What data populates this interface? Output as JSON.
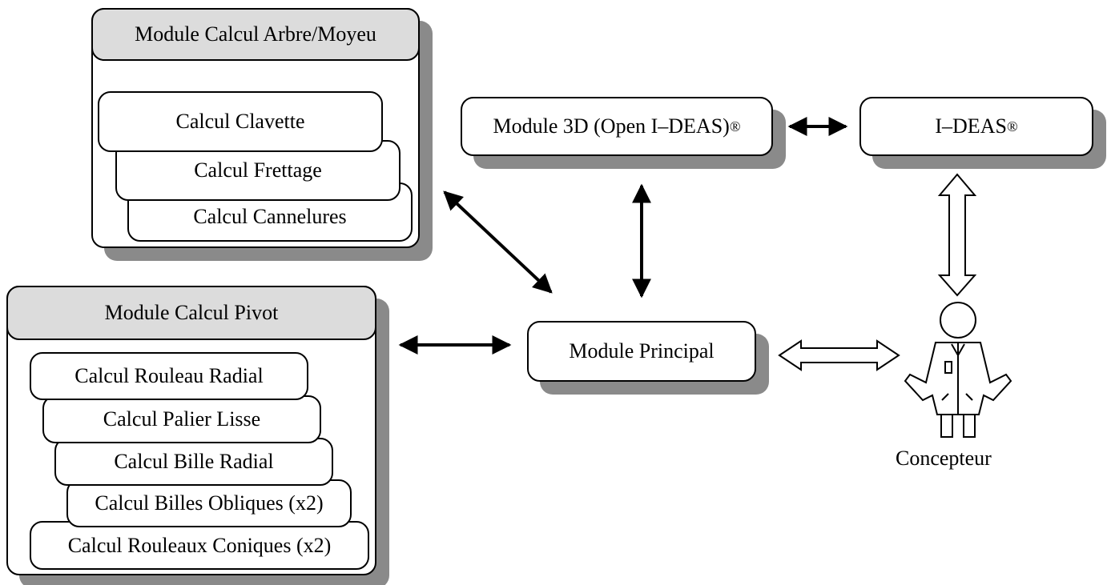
{
  "arbre_module": {
    "title": "Module Calcul Arbre/Moyeu",
    "items": [
      "Calcul Clavette",
      "Calcul Frettage",
      "Calcul Cannelures"
    ]
  },
  "pivot_module": {
    "title": "Module Calcul Pivot",
    "items": [
      "Calcul Rouleau Radial",
      "Calcul Palier Lisse",
      "Calcul Bille Radial",
      "Calcul Billes Obliques (x2)",
      "Calcul Rouleaux Coniques (x2)"
    ]
  },
  "module_3d": {
    "label": "Module 3D (Open I–DEAS)",
    "mark": "®"
  },
  "ideas": {
    "label": "I–DEAS ",
    "mark": "®"
  },
  "principal": {
    "label": "Module Principal"
  },
  "user": {
    "label": "Concepteur"
  },
  "colors": {
    "header_fill": "#dcdcdc",
    "shadow": "#8a8a8a",
    "stroke": "#000000"
  }
}
